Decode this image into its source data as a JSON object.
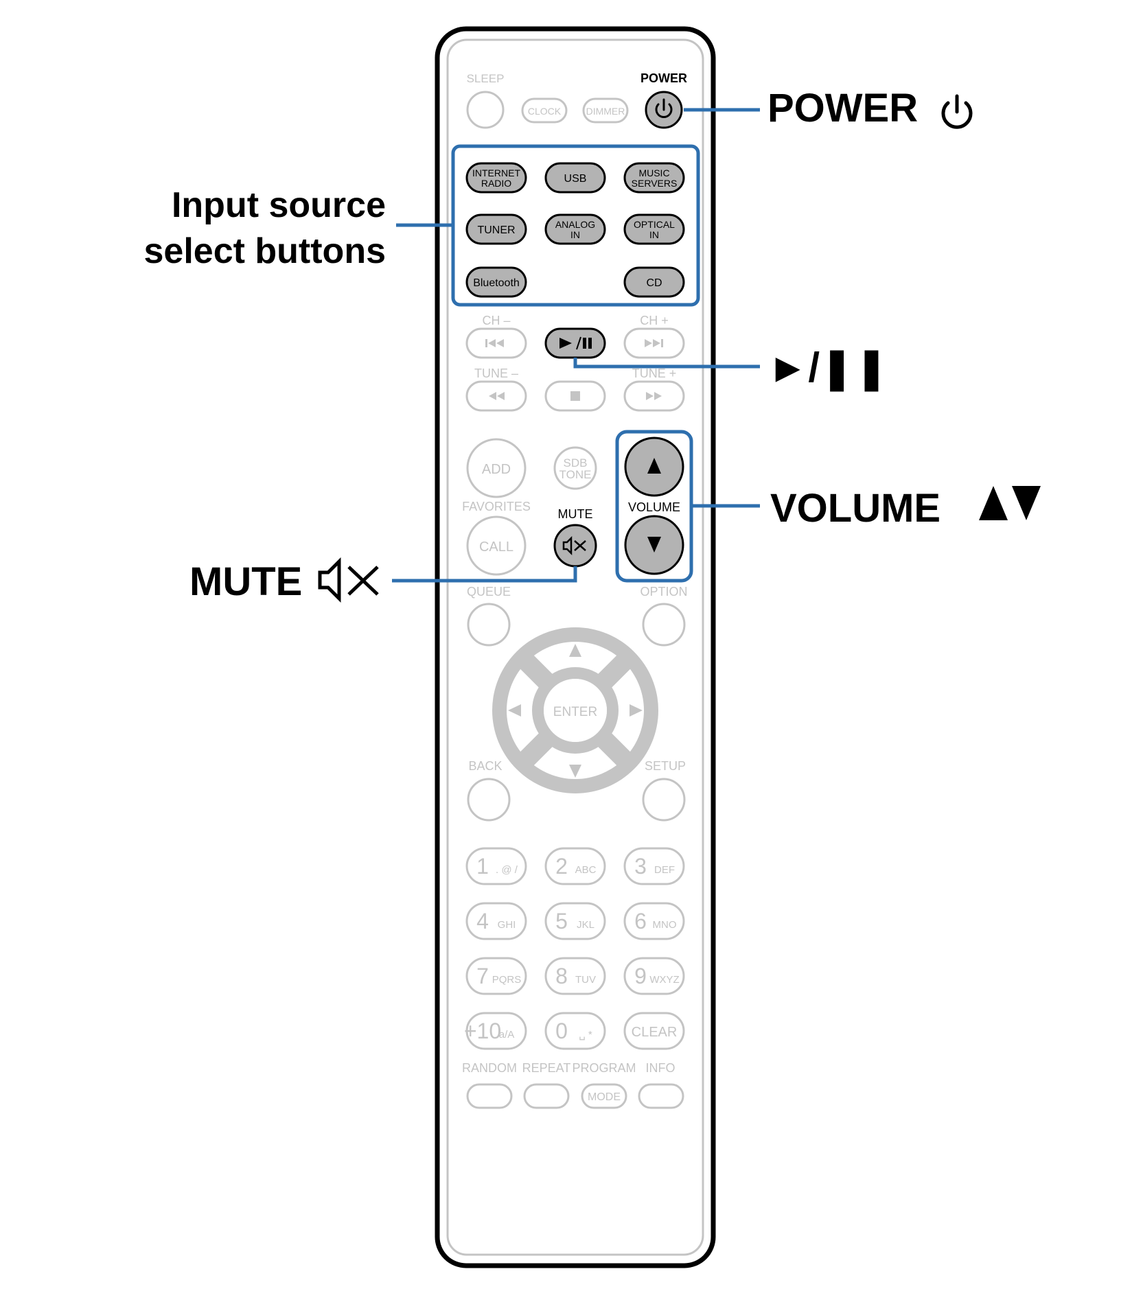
{
  "callouts": {
    "power": "POWER",
    "input_line1": "Input source",
    "input_line2": "select buttons",
    "play_pause": "►/❚❚",
    "volume": "VOLUME",
    "mute": "MUTE"
  },
  "remote": {
    "sleep": "SLEEP",
    "power": "POWER",
    "clock": "CLOCK",
    "dimmer": "DIMMER",
    "inputs": {
      "internet_radio_l1": "INTERNET",
      "internet_radio_l2": "RADIO",
      "usb": "USB",
      "music_servers_l1": "MUSIC",
      "music_servers_l2": "SERVERS",
      "tuner": "TUNER",
      "analog_in_l1": "ANALOG",
      "analog_in_l2": "IN",
      "optical_in_l1": "OPTICAL",
      "optical_in_l2": "IN",
      "bluetooth": "Bluetooth",
      "cd": "CD"
    },
    "ch_minus": "CH –",
    "ch_plus": "CH +",
    "tune_minus": "TUNE –",
    "tune_plus": "TUNE +",
    "add": "ADD",
    "sdb_l1": "SDB",
    "sdb_l2": "TONE",
    "volume": "VOLUME",
    "favorites": "FAVORITES",
    "call": "CALL",
    "mute": "MUTE",
    "queue": "QUEUE",
    "option": "OPTION",
    "enter": "ENTER",
    "back": "BACK",
    "setup": "SETUP",
    "numpad": [
      {
        "num": "1",
        "sub": ". @ /"
      },
      {
        "num": "2",
        "sub": "ABC"
      },
      {
        "num": "3",
        "sub": "DEF"
      },
      {
        "num": "4",
        "sub": "GHI"
      },
      {
        "num": "5",
        "sub": "JKL"
      },
      {
        "num": "6",
        "sub": "MNO"
      },
      {
        "num": "7",
        "sub": "PQRS"
      },
      {
        "num": "8",
        "sub": "TUV"
      },
      {
        "num": "9",
        "sub": "WXYZ"
      },
      {
        "num": "+10",
        "sub": "a/A"
      },
      {
        "num": "0",
        "sub": "␣ *"
      },
      {
        "num": "CLEAR",
        "sub": ""
      }
    ],
    "random": "RANDOM",
    "repeat": "REPEAT",
    "program": "PROGRAM",
    "mode": "MODE",
    "info": "INFO"
  },
  "colors": {
    "callout_blue": "#2e6fae",
    "highlight_button": "#b3b3b3",
    "inactive_gray": "#c4c4c4",
    "outline": "#000000"
  }
}
